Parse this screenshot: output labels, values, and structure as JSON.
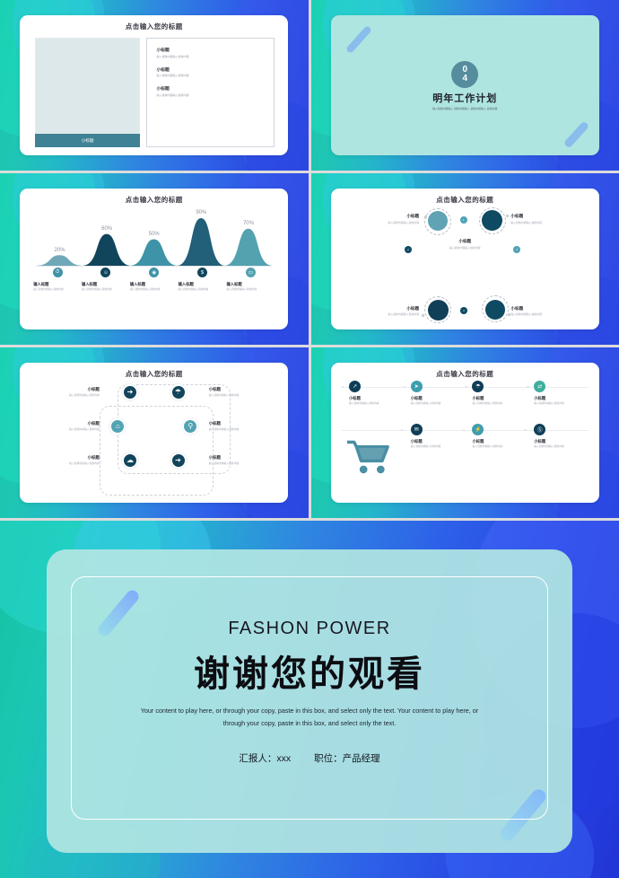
{
  "common": {
    "slide_title": "点击输入您的标题",
    "sub_title": "小标题",
    "sub_desc": "输入替换内容输入替换内容",
    "item_title": "输入标题"
  },
  "slide1": {
    "title": "点击输入您的标题",
    "image_bar_label": "小标题",
    "items": [
      {
        "title": "小标题",
        "desc": "输入替换内容输入替换内容"
      },
      {
        "title": "小标题",
        "desc": "输入替换内容输入替换内容"
      },
      {
        "title": "小标题",
        "desc": "输入替换内容输入替换内容"
      }
    ]
  },
  "slide2": {
    "number_top": "0",
    "number_bottom": "4",
    "heading": "明年工作计划",
    "subheading": "输入替换内容输入·替换内容输入·替换内容输入·替换内容"
  },
  "slide3": {
    "title": "点击输入您的标题",
    "chart_data": {
      "type": "area",
      "title": "点击输入您的标题",
      "xlabel": "",
      "ylabel": "",
      "ylim": [
        0,
        100
      ],
      "grid": false,
      "categories": [
        "输入标题",
        "输入标题",
        "输入标题",
        "输入标题",
        "输入标题"
      ],
      "values": [
        20,
        60,
        50,
        90,
        70
      ],
      "data_labels": [
        "20%",
        "60%",
        "50%",
        "90%",
        "70%"
      ],
      "colors": [
        "#6fa8b8",
        "#11455c",
        "#3f93a8",
        "#225f78",
        "#53a2b0"
      ]
    },
    "steps": [
      {
        "icon": "clock-icon",
        "glyph": "⏱",
        "title": "输入标题",
        "desc": "输入替换内容输入替换内容",
        "color": "#3f93a8"
      },
      {
        "icon": "users-icon",
        "glyph": "☺",
        "title": "输入标题",
        "desc": "输入替换内容输入替换内容",
        "color": "#11455c"
      },
      {
        "icon": "target-icon",
        "glyph": "◉",
        "title": "输入标题",
        "desc": "输入替换内容输入替换内容",
        "color": "#3f93a8"
      },
      {
        "icon": "dollar-icon",
        "glyph": "$",
        "title": "输入标题",
        "desc": "输入替换内容输入替换内容",
        "color": "#11455c"
      },
      {
        "icon": "monitor-icon",
        "glyph": "▭",
        "title": "输入标题",
        "desc": "输入替换内容输入替换内容",
        "color": "#53a2b0"
      }
    ]
  },
  "slide4": {
    "title": "点击输入您的标题",
    "blocks": [
      {
        "title": "小标题",
        "desc": "输入替换内容输入替换内容",
        "circle_color": "#5fa3b4",
        "satellite": "1"
      },
      {
        "title": "小标题",
        "desc": "输入替换内容输入替换内容",
        "circle_color": "#0f4a63",
        "satellite": "2"
      },
      {
        "title": "小标题",
        "desc": "输入替换内容输入替换内容",
        "circle_color": "#103f57",
        "satellite": "3"
      },
      {
        "title": "小标题",
        "desc": "输入替换内容输入替换内容",
        "circle_color": "#0f4a63",
        "satellite": "4"
      },
      {
        "title": "小标题",
        "desc": "输入替换内容输入替换内容",
        "circle_color": "#5fa3b4",
        "satellite": "5"
      }
    ]
  },
  "slide5": {
    "title": "点击输入您的标题",
    "rows": [
      {
        "left": {
          "title": "小标题",
          "desc": "输入替换内容输入替换内容"
        },
        "right": {
          "title": "小标题",
          "desc": "输入替换内容输入替换内容"
        },
        "icon_left": {
          "name": "arrow-right-icon",
          "glyph": "➔",
          "color": "#11455c"
        },
        "icon_right": {
          "name": "share-icon",
          "glyph": "☂",
          "color": "#11455c"
        }
      },
      {
        "left": {
          "title": "小标题",
          "desc": "输入替换内容输入替换内容"
        },
        "right": {
          "title": "小标题",
          "desc": "输入替换内容输入替换内容"
        },
        "icon_left": {
          "name": "bank-icon",
          "glyph": "⌂",
          "color": "#52a3b3"
        },
        "icon_right": {
          "name": "search-icon",
          "glyph": "⚲",
          "color": "#52a3b3"
        }
      },
      {
        "left": {
          "title": "小标题",
          "desc": "输入替换内容输入替换内容"
        },
        "right": {
          "title": "小标题",
          "desc": "输入替换内容输入替换内容"
        },
        "icon_left": {
          "name": "cloud-icon",
          "glyph": "☁",
          "color": "#11455c"
        },
        "icon_right": {
          "name": "arrow-right-icon",
          "glyph": "➔",
          "color": "#11455c"
        }
      }
    ]
  },
  "slide6": {
    "title": "点击输入您的标题",
    "cart_icon": "shopping-cart-icon",
    "top_items": [
      {
        "icon": "chart-icon",
        "glyph": "↗",
        "title": "小标题",
        "desc": "输入替换内容输入替换内容",
        "color": "#0f3e57"
      },
      {
        "icon": "compass-icon",
        "glyph": "➤",
        "title": "小标题",
        "desc": "输入替换内容输入替换内容",
        "color": "#3f9eae"
      },
      {
        "icon": "umbrella-icon",
        "glyph": "☂",
        "title": "小标题",
        "desc": "输入替换内容输入替换内容",
        "color": "#0f3e57"
      },
      {
        "icon": "shuffle-icon",
        "glyph": "⇄",
        "title": "小标题",
        "desc": "输入替换内容输入替换内容",
        "color": "#3fae9e"
      }
    ],
    "bottom_items": [
      {
        "icon": "mail-icon",
        "glyph": "✉",
        "title": "小标题",
        "desc": "输入替换内容输入替换内容",
        "color": "#0f3e57"
      },
      {
        "icon": "bolt-icon",
        "glyph": "⚡",
        "title": "小标题",
        "desc": "输入替换内容输入替换内容",
        "color": "#3f9eae"
      },
      {
        "icon": "money-icon",
        "glyph": "Ⓢ",
        "title": "小标题",
        "desc": "输入替换内容输入替换内容",
        "color": "#0f3e57"
      }
    ]
  },
  "final": {
    "english_title": "FASHON POWER",
    "chinese_title": "谢谢您的观看",
    "description": "Your content to play here, or through your copy, paste in this box, and select only the text. Your content to play here, or through your copy, paste in this box, and select only the text.",
    "reporter": "汇报人：xxx",
    "position": "职位：产品经理"
  },
  "colors": {
    "dark_teal": "#11455c",
    "mid_teal": "#3f93a8",
    "light_teal": "#6fa8b8",
    "mint_card": "#aee5e0",
    "accent_green": "#18c5a9",
    "accent_blue": "#2438d8"
  }
}
